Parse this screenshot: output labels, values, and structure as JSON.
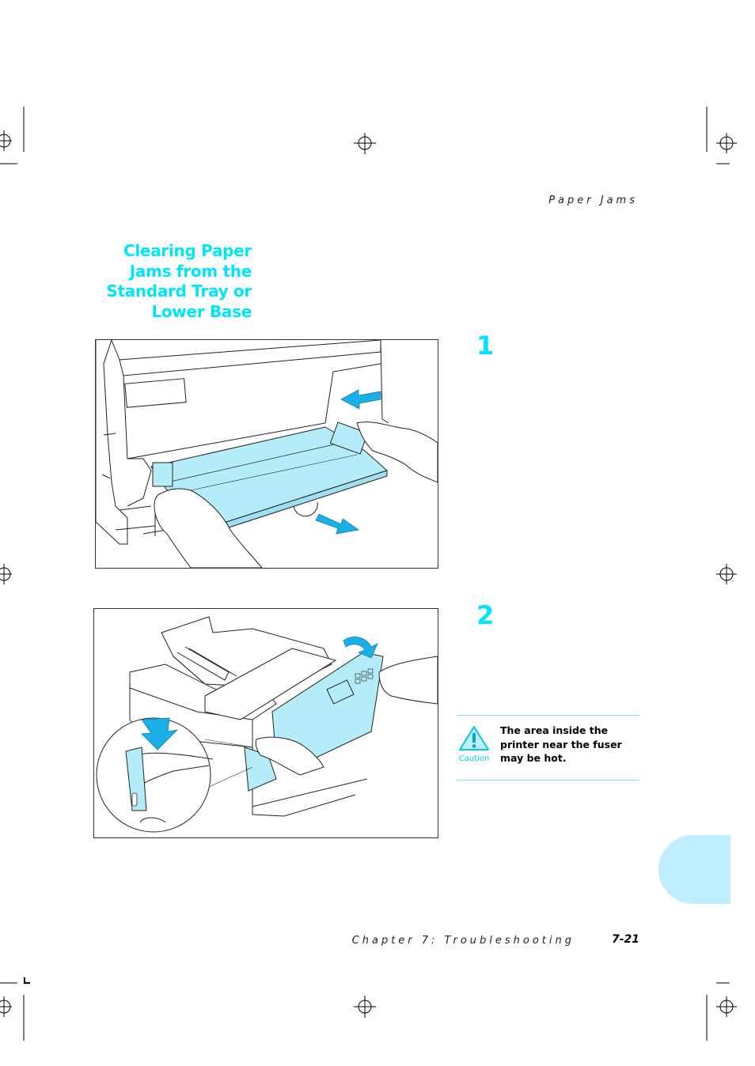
{
  "running_head": "Paper Jams",
  "section_title": "Clearing Paper Jams from the Standard Tray or Lower Base",
  "steps": [
    {
      "number": "1"
    },
    {
      "number": "2"
    }
  ],
  "caution": {
    "label": "Caution",
    "text": "The area inside the printer near the fuser may be hot."
  },
  "footer": {
    "chapter": "Chapter 7: Troubleshooting",
    "page": "7-21"
  },
  "colors": {
    "accent": "#00e5ff",
    "illustration_fill": "#b5ecf9",
    "arrow": "#1ab0e6",
    "tab": "#bfefff"
  },
  "icons": [
    "caution-triangle-icon",
    "registration-mark-icon"
  ]
}
